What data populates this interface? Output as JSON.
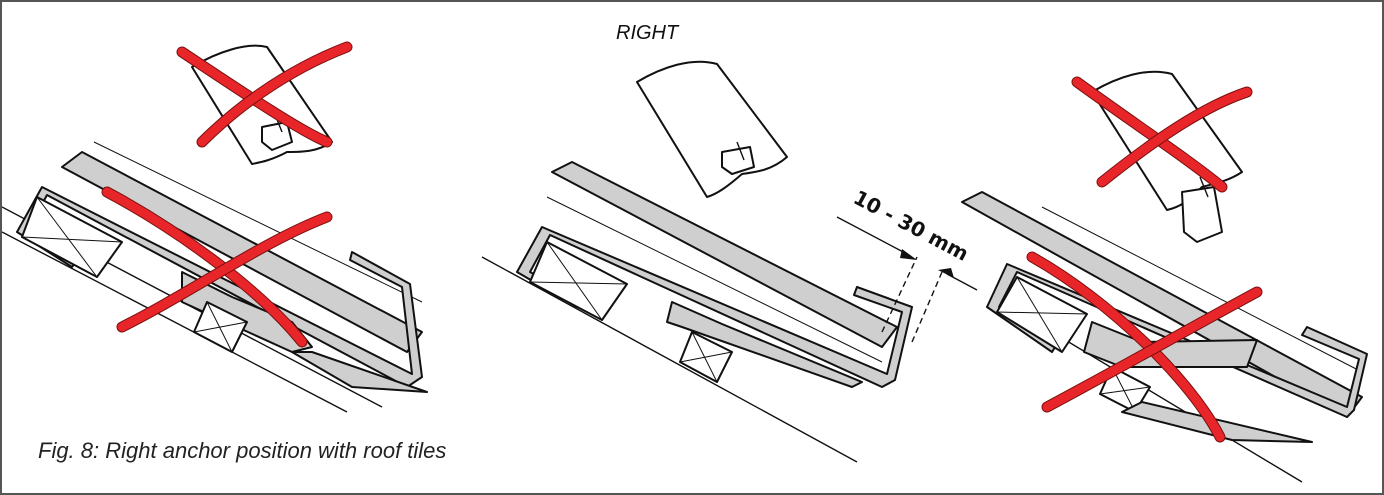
{
  "figure": {
    "label_right": "RIGHT",
    "dimension": "10 - 30 mm",
    "caption": "Fig. 8: Right anchor position with roof tiles"
  },
  "colors": {
    "frame": "#555555",
    "wrong_mark": "#e8262a",
    "component_fill": "#cfcfcf",
    "outline": "#111111"
  },
  "panels": [
    {
      "position": "left",
      "status": "wrong",
      "icon": "cross-icon"
    },
    {
      "position": "center",
      "status": "right",
      "icon": null
    },
    {
      "position": "right",
      "status": "wrong",
      "icon": "cross-icon"
    }
  ]
}
